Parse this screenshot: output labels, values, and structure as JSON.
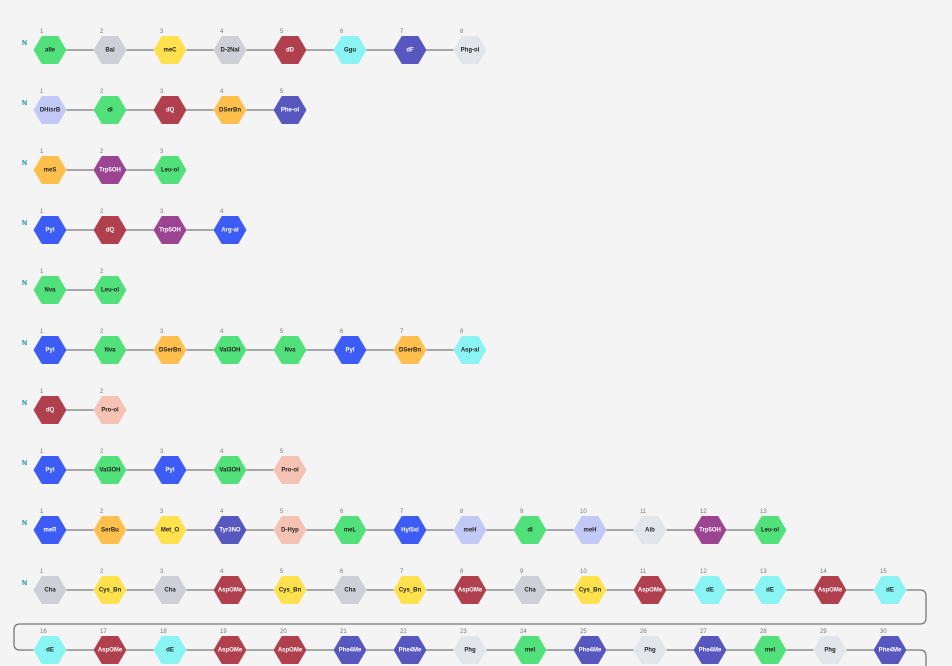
{
  "n_terminus_label": "N",
  "colors": {
    "bond": "#777777",
    "green": "#52e07a",
    "gray": "#cfcfd7",
    "yellow": "#ffe14d",
    "red": "#b0404e",
    "cyan": "#8af4f4",
    "indigo": "#5757bf",
    "lightgray": "#e2e5ea",
    "periwinkle": "#c3c9f7",
    "orange": "#ffbf4d",
    "purple": "#9b4592",
    "blue": "#3d5cf5",
    "peach": "#f5c2b3"
  },
  "chains": [
    {
      "residues": [
        {
          "n": "1",
          "label": "aIle",
          "color": "green"
        },
        {
          "n": "2",
          "label": "Bal",
          "color": "gray"
        },
        {
          "n": "3",
          "label": "meC",
          "color": "yellow"
        },
        {
          "n": "4",
          "label": "D-2Nal",
          "color": "gray"
        },
        {
          "n": "5",
          "label": "dD",
          "color": "red"
        },
        {
          "n": "6",
          "label": "Ggu",
          "color": "cyan"
        },
        {
          "n": "7",
          "label": "dF",
          "color": "indigo"
        },
        {
          "n": "8",
          "label": "Phg-ol",
          "color": "lightgray"
        }
      ]
    },
    {
      "residues": [
        {
          "n": "1",
          "label": "DHisrB",
          "color": "periwinkle"
        },
        {
          "n": "2",
          "label": "dI",
          "color": "green"
        },
        {
          "n": "3",
          "label": "dQ",
          "color": "red"
        },
        {
          "n": "4",
          "label": "DSerBn",
          "color": "orange"
        },
        {
          "n": "5",
          "label": "Phe-ol",
          "color": "indigo"
        }
      ]
    },
    {
      "residues": [
        {
          "n": "1",
          "label": "meS",
          "color": "orange"
        },
        {
          "n": "2",
          "label": "Trp5OH",
          "color": "purple"
        },
        {
          "n": "3",
          "label": "Leu-ol",
          "color": "green"
        }
      ]
    },
    {
      "residues": [
        {
          "n": "1",
          "label": "Pyl",
          "color": "blue"
        },
        {
          "n": "2",
          "label": "dQ",
          "color": "red"
        },
        {
          "n": "3",
          "label": "Trp5OH",
          "color": "purple"
        },
        {
          "n": "4",
          "label": "Arg-al",
          "color": "blue"
        }
      ]
    },
    {
      "residues": [
        {
          "n": "1",
          "label": "Nva",
          "color": "green"
        },
        {
          "n": "2",
          "label": "Leu-ol",
          "color": "green"
        }
      ]
    },
    {
      "residues": [
        {
          "n": "1",
          "label": "Pyl",
          "color": "blue"
        },
        {
          "n": "2",
          "label": "Nva",
          "color": "green"
        },
        {
          "n": "3",
          "label": "DSerBn",
          "color": "orange"
        },
        {
          "n": "4",
          "label": "Val3OH",
          "color": "green"
        },
        {
          "n": "5",
          "label": "Nva",
          "color": "green"
        },
        {
          "n": "6",
          "label": "Pyl",
          "color": "blue"
        },
        {
          "n": "7",
          "label": "DSerBn",
          "color": "orange"
        },
        {
          "n": "8",
          "label": "Asp-al",
          "color": "cyan"
        }
      ]
    },
    {
      "residues": [
        {
          "n": "1",
          "label": "dQ",
          "color": "red"
        },
        {
          "n": "2",
          "label": "Pro-ol",
          "color": "peach"
        }
      ]
    },
    {
      "residues": [
        {
          "n": "1",
          "label": "Pyl",
          "color": "blue"
        },
        {
          "n": "2",
          "label": "Val3OH",
          "color": "green"
        },
        {
          "n": "3",
          "label": "Pyl",
          "color": "blue"
        },
        {
          "n": "4",
          "label": "Val3OH",
          "color": "green"
        },
        {
          "n": "5",
          "label": "Pro-ol",
          "color": "peach"
        }
      ]
    },
    {
      "residues": [
        {
          "n": "1",
          "label": "meR",
          "color": "blue"
        },
        {
          "n": "2",
          "label": "SerBu",
          "color": "orange"
        },
        {
          "n": "3",
          "label": "Met_O",
          "color": "yellow"
        },
        {
          "n": "4",
          "label": "Tyr3NO",
          "color": "indigo"
        },
        {
          "n": "5",
          "label": "D-Hyp",
          "color": "peach"
        },
        {
          "n": "6",
          "label": "meL",
          "color": "green"
        },
        {
          "n": "7",
          "label": "Hyl5xl",
          "color": "blue"
        },
        {
          "n": "8",
          "label": "meH",
          "color": "periwinkle"
        },
        {
          "n": "9",
          "label": "dI",
          "color": "green"
        },
        {
          "n": "10",
          "label": "meH",
          "color": "periwinkle"
        },
        {
          "n": "11",
          "label": "Aib",
          "color": "lightgray"
        },
        {
          "n": "12",
          "label": "Trp5OH",
          "color": "purple"
        },
        {
          "n": "13",
          "label": "Leu-ol",
          "color": "green"
        }
      ]
    },
    {
      "residues": [
        {
          "n": "1",
          "label": "Cha",
          "color": "gray"
        },
        {
          "n": "2",
          "label": "Cys_Bn",
          "color": "yellow"
        },
        {
          "n": "3",
          "label": "Cha",
          "color": "gray"
        },
        {
          "n": "4",
          "label": "AspOMe",
          "color": "red"
        },
        {
          "n": "5",
          "label": "Cys_Bn",
          "color": "yellow"
        },
        {
          "n": "6",
          "label": "Cha",
          "color": "gray"
        },
        {
          "n": "7",
          "label": "Cys_Bn",
          "color": "yellow"
        },
        {
          "n": "8",
          "label": "AspOMe",
          "color": "red"
        },
        {
          "n": "9",
          "label": "Cha",
          "color": "gray"
        },
        {
          "n": "10",
          "label": "Cys_Bn",
          "color": "yellow"
        },
        {
          "n": "11",
          "label": "AspOMe",
          "color": "red"
        },
        {
          "n": "12",
          "label": "dE",
          "color": "cyan"
        },
        {
          "n": "13",
          "label": "dE",
          "color": "cyan"
        },
        {
          "n": "14",
          "label": "AspOMe",
          "color": "red"
        },
        {
          "n": "15",
          "label": "dE",
          "color": "cyan"
        },
        {
          "n": "16",
          "label": "dE",
          "color": "cyan"
        },
        {
          "n": "17",
          "label": "AspOMe",
          "color": "red"
        },
        {
          "n": "18",
          "label": "dE",
          "color": "cyan"
        },
        {
          "n": "19",
          "label": "AspOMe",
          "color": "red"
        },
        {
          "n": "20",
          "label": "AspOMe",
          "color": "red"
        },
        {
          "n": "21",
          "label": "Phe4Me",
          "color": "indigo"
        },
        {
          "n": "22",
          "label": "Phe4Me",
          "color": "indigo"
        },
        {
          "n": "23",
          "label": "Phg",
          "color": "lightgray"
        },
        {
          "n": "24",
          "label": "meI",
          "color": "green"
        },
        {
          "n": "25",
          "label": "Phe4Me",
          "color": "indigo"
        },
        {
          "n": "26",
          "label": "Phg",
          "color": "lightgray"
        },
        {
          "n": "27",
          "label": "Phe4Me",
          "color": "indigo"
        },
        {
          "n": "28",
          "label": "meI",
          "color": "green"
        },
        {
          "n": "29",
          "label": "Phg",
          "color": "lightgray"
        },
        {
          "n": "30",
          "label": "Phe4Me",
          "color": "indigo"
        }
      ]
    }
  ]
}
